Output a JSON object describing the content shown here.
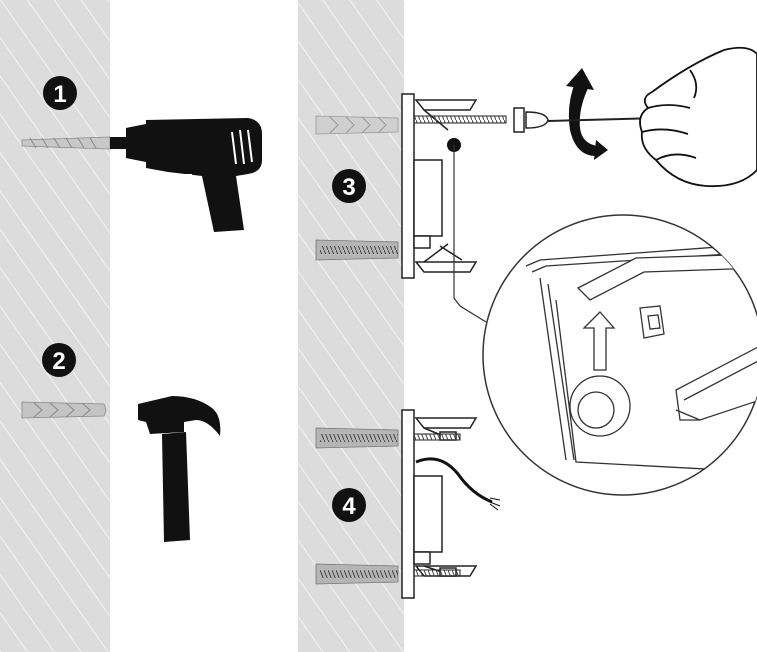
{
  "steps": [
    {
      "number": "1",
      "tool": "drill-icon"
    },
    {
      "number": "2",
      "tool": "hammer-icon"
    },
    {
      "number": "3",
      "tool": "screwdriver-icon"
    },
    {
      "number": "4",
      "tool": "cable-icon"
    }
  ],
  "colors": {
    "wall": "#dcdcdc",
    "wall_hatch": "#ffffff",
    "ink": "#111111",
    "line": "#333333",
    "plug": "#bdbdbd"
  }
}
